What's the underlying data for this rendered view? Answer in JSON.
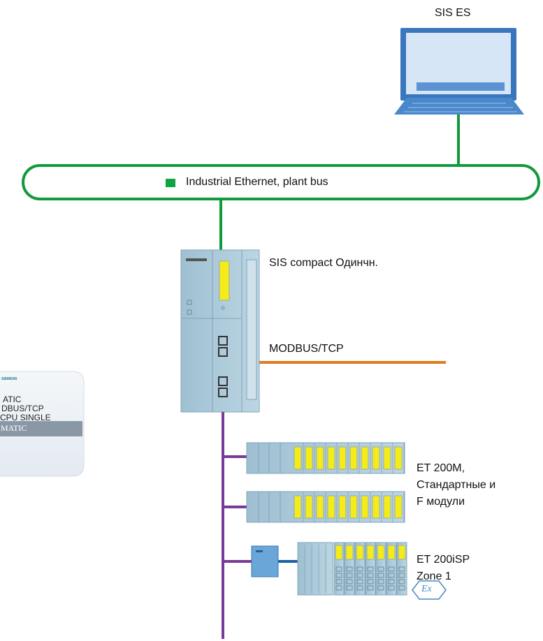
{
  "workstation": {
    "label": "SIS ES"
  },
  "bus": {
    "label": "Industrial Ethernet, plant bus",
    "color": "#119a3a",
    "marker_color": "#0fa444"
  },
  "controller": {
    "label": "SIS compact Одинчн."
  },
  "modbus": {
    "label": "MODBUS/TCP",
    "color": "#e07b1e"
  },
  "fieldbus": {
    "color": "#7a3a9a"
  },
  "et200m": {
    "lines": [
      "ET 200M,",
      "Стандартные и",
      "F модули"
    ]
  },
  "et200isp": {
    "lines": [
      "ET 200iSP",
      "Zone 1"
    ],
    "ex_symbol": "Ex"
  },
  "product_box": {
    "brand": "SIEMENS",
    "lines": [
      "ATIC",
      "DBUS/TCP",
      "CPU SINGLE"
    ],
    "footer": "MATIC"
  },
  "colors": {
    "module_body": "#a8c8d8",
    "module_yellow": "#f4ec1a",
    "monitor_blue": "#5a9ad6"
  }
}
